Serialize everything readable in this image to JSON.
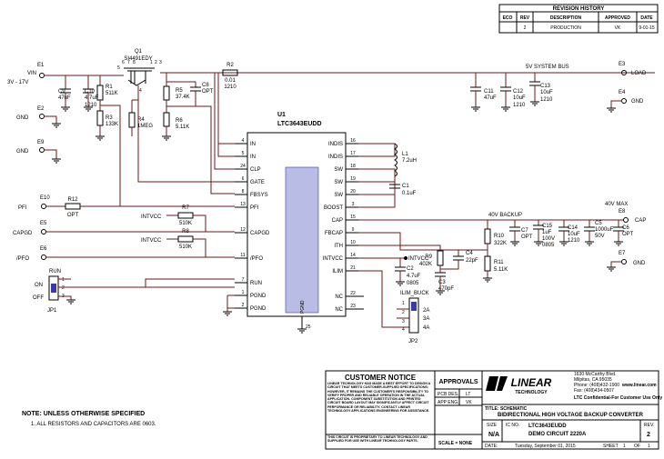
{
  "revision_history": {
    "title": "REVISION HISTORY",
    "headers": {
      "eco": "ECO",
      "rev": "REV",
      "description": "DESCRIPTION",
      "approved": "APPROVED",
      "date": "DATE"
    },
    "row": {
      "eco": "",
      "rev": "2",
      "description": "PRODUCTION",
      "approved": "VK",
      "date": "9-01-15"
    }
  },
  "ports": {
    "vin": {
      "id": "E1",
      "label": "VIN",
      "sub": "3V - 17V"
    },
    "gnd_e2": {
      "id": "E2",
      "label": "GND"
    },
    "gnd_e9": {
      "id": "E9",
      "label": "GND"
    },
    "pfi": {
      "id": "E10",
      "label": "PFI"
    },
    "capgd": {
      "id": "E5",
      "label": "CAPGD"
    },
    "pfo": {
      "id": "E6",
      "label": "/PFO"
    },
    "load": {
      "id": "E3",
      "label": "LOAD"
    },
    "gnd_e4": {
      "id": "E4",
      "label": "GND"
    },
    "cap": {
      "id": "E8",
      "label": "CAP"
    },
    "gnd_e7": {
      "id": "E7",
      "label": "GND"
    }
  },
  "nets": {
    "sys_bus": "5V SYSTEM BUS",
    "backup": "40V BACKUP",
    "max40": "40V MAX",
    "intvcc": "INTVCC"
  },
  "ic": {
    "ref": "U1",
    "part": "LTC3643EUDD",
    "left_pins": [
      {
        "num": "4",
        "name": "IN"
      },
      {
        "num": "5",
        "name": "IN"
      },
      {
        "num": "24",
        "name": "CLP"
      },
      {
        "num": "6",
        "name": "GATE"
      },
      {
        "num": "8",
        "name": "FBSYS"
      },
      {
        "num": "13",
        "name": "PFI"
      },
      {
        "num": "12",
        "name": "CAPGD"
      },
      {
        "num": "11",
        "name": "/PFO"
      },
      {
        "num": "7",
        "name": "RUN"
      },
      {
        "num": "1",
        "name": "PGND"
      },
      {
        "num": "2",
        "name": "PGND"
      }
    ],
    "right_pins": [
      {
        "num": "16",
        "name": "INDIS"
      },
      {
        "num": "17",
        "name": "INDIS"
      },
      {
        "num": "18",
        "name": "SW"
      },
      {
        "num": "19",
        "name": "SW"
      },
      {
        "num": "20",
        "name": "SW"
      },
      {
        "num": "3",
        "name": "BOOST"
      },
      {
        "num": "15",
        "name": "CAP"
      },
      {
        "num": "9",
        "name": "FBCAP"
      },
      {
        "num": "10",
        "name": "ITH"
      },
      {
        "num": "14",
        "name": "INTVCC"
      },
      {
        "num": "21",
        "name": "ILIM"
      },
      {
        "num": "22",
        "name": "NC"
      },
      {
        "num": "23",
        "name": "NC"
      }
    ],
    "bottom_pin": {
      "num": "25",
      "name": "PGND"
    }
  },
  "components": {
    "q1": {
      "ref": "Q1",
      "value": "SI4491EDY",
      "pins": [
        "5",
        "6",
        "7",
        "8",
        "4",
        "1",
        "2",
        "3"
      ]
    },
    "r1": {
      "ref": "R1",
      "value": "511K"
    },
    "r2": {
      "ref": "R2",
      "value": "0.01",
      "pkg": "1210"
    },
    "r3": {
      "ref": "R3",
      "value": "133K"
    },
    "r4": {
      "ref": "R4",
      "value": "1MEG"
    },
    "r5": {
      "ref": "R5",
      "value": "37.4K"
    },
    "r6": {
      "ref": "R6",
      "value": "5.11K"
    },
    "r7": {
      "ref": "R7",
      "value": "510K"
    },
    "r8": {
      "ref": "R8",
      "value": "510K"
    },
    "r9": {
      "ref": "R9",
      "value": "402K"
    },
    "r10": {
      "ref": "R10",
      "value": "322K"
    },
    "r11": {
      "ref": "R11",
      "value": "5.11K"
    },
    "r12": {
      "ref": "R12",
      "value": "OPT"
    },
    "c1": {
      "ref": "C1",
      "value": "0.1uF"
    },
    "c2": {
      "ref": "C2",
      "value": "4.7uF",
      "pkg": "0805"
    },
    "c3": {
      "ref": "C3",
      "value": "470pF"
    },
    "c4": {
      "ref": "C4",
      "value": "22pF"
    },
    "c5": {
      "ref": "C5",
      "value": "1000uF",
      "volt": "50V"
    },
    "c6": {
      "ref": "C6",
      "value": "OPT"
    },
    "c7": {
      "ref": "C7",
      "value": "OPT"
    },
    "c8": {
      "ref": "C8",
      "value": "OPT"
    },
    "c9": {
      "ref": "C9",
      "value": "47uF"
    },
    "c10": {
      "ref": "C10",
      "value": "4.7uF",
      "pkg": "1210"
    },
    "c11": {
      "ref": "C11",
      "value": "47uF"
    },
    "c12": {
      "ref": "C12",
      "value": "10uF",
      "pkg": "1210"
    },
    "c13": {
      "ref": "C13",
      "value": "10uF",
      "pkg": "1210"
    },
    "c14": {
      "ref": "C14",
      "value": "10uF",
      "pkg": "1210"
    },
    "c15": {
      "ref": "C15",
      "value": "1uF",
      "volt": "100V",
      "pkg": "0805"
    },
    "l1": {
      "ref": "L1",
      "value": "7.2uH"
    },
    "jp1": {
      "ref": "JP1",
      "title": "RUN",
      "on": "ON",
      "off": "OFF",
      "pins": [
        "1",
        "2",
        "3"
      ]
    },
    "jp2": {
      "ref": "JP2",
      "title": "ILIM_BUCK",
      "pins": [
        "1",
        "2",
        "3",
        "4"
      ],
      "opts": [
        "2A",
        "3A",
        "4A"
      ]
    }
  },
  "notes": {
    "title": "NOTE: UNLESS OTHERWISE SPECIFIED",
    "items": [
      "1. ALL RESISTORS AND CAPACITORS ARE 0603."
    ]
  },
  "title_block": {
    "notice_title": "CUSTOMER NOTICE",
    "notice_text": "LINEAR TECHNOLOGY HAS MADE A BEST EFFORT TO DESIGN A CIRCUIT THAT MEETS CUSTOMER-SUPPLIED SPECIFICATIONS; HOWEVER, IT REMAINS THE CUSTOMER'S RESPONSIBILITY TO VERIFY PROPER AND RELIABLE OPERATION IN THE ACTUAL APPLICATION. COMPONENT SUBSTITUTION AND PRINTED CIRCUIT BOARD LAYOUT MAY SIGNIFICANTLY AFFECT CIRCUIT PERFORMANCE OR RELIABILITY. CONTACT LINEAR TECHNOLOGY APPLICATIONS ENGINEERING FOR ASSISTANCE.",
    "proprietary": "THIS CIRCUIT IS PROPRIETARY TO LINEAR TECHNOLOGY AND SUPPLIED FOR USE WITH LINEAR TECHNOLOGY PARTS.",
    "approvals": "APPROVALS",
    "pcb_des": "PCB DES.",
    "pcb_des_val": "LT",
    "app_eng": "APP ENG.",
    "app_eng_val": "VK",
    "scale": "SCALE = NONE",
    "logo": "LINEAR",
    "logo_sub": "TECHNOLOGY",
    "address": [
      "1630 McCarthy Blvd.",
      "Milpitas, CA 95035",
      "Phone: (408)432-1900",
      "Fax: (408)434-0507"
    ],
    "website": "www.linear.com",
    "confidential": "LTC Confidential-For Customer Use Only",
    "title_label": "TITLE: SCHEMATIC",
    "title_text": "BIDIRECTIONAL HIGH VOLTAGE BACKUP CONVERTER",
    "size_label": "SIZE",
    "size_val": "N/A",
    "icno_label": "IC NO.",
    "icno_val": "LTC3643EUDD",
    "board": "DEMO CIRCUIT 2220A",
    "rev_label": "REV.",
    "rev_val": "2",
    "date_label": "DATE:",
    "date_val": "Tuesday, September 01, 2015",
    "sheet_label": "SHEET",
    "sheet_val": "1",
    "of_label": "OF",
    "of_val": "1"
  }
}
